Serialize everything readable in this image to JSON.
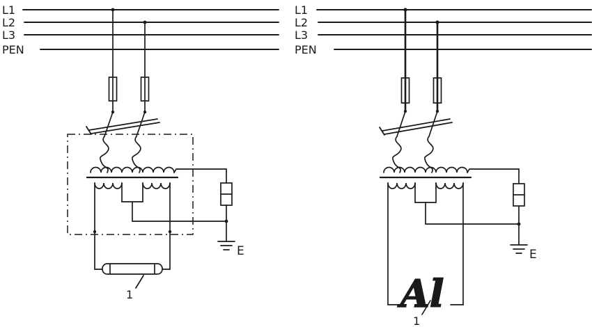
{
  "colors": {
    "ink": "#1a1a1a",
    "background": "#ffffff"
  },
  "left": {
    "bus_labels": [
      "L1",
      "L2",
      "L3",
      "PEN"
    ],
    "earth_label": "E",
    "part_label": "1"
  },
  "right": {
    "bus_labels": [
      "L1",
      "L2",
      "L3",
      "PEN"
    ],
    "earth_label": "E",
    "material_label": "Al",
    "part_label": "1"
  }
}
